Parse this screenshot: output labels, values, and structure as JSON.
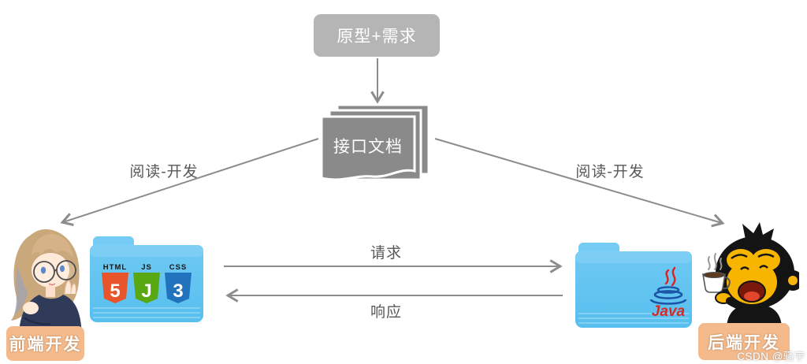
{
  "diagram": {
    "top_box_label": "原型+需求",
    "doc_stack_label": "接口文档",
    "edge_labels": {
      "left_read_develop": "阅读-开发",
      "right_read_develop": "阅读-开发",
      "request": "请求",
      "response": "响应"
    },
    "frontend": {
      "tag": "前端开发",
      "badges": [
        {
          "name": "HTML",
          "glyph": "5"
        },
        {
          "name": "JS",
          "glyph": "J"
        },
        {
          "name": "CSS",
          "glyph": "3"
        }
      ]
    },
    "backend": {
      "tag": "后端开发",
      "logo_text": "Java"
    },
    "colors": {
      "box_gray": "#b5b5b5",
      "doc_gray": "#8a8a8a",
      "line_gray": "#8c8c8c",
      "tag_peach": "#f5ba8b",
      "folder_blue": "#5fc1ef",
      "html_orange": "#e8542c",
      "js_green": "#58a813",
      "css_blue": "#2273bd",
      "java_red": "#d62a25"
    }
  },
  "watermark": "CSDN @骚宇"
}
